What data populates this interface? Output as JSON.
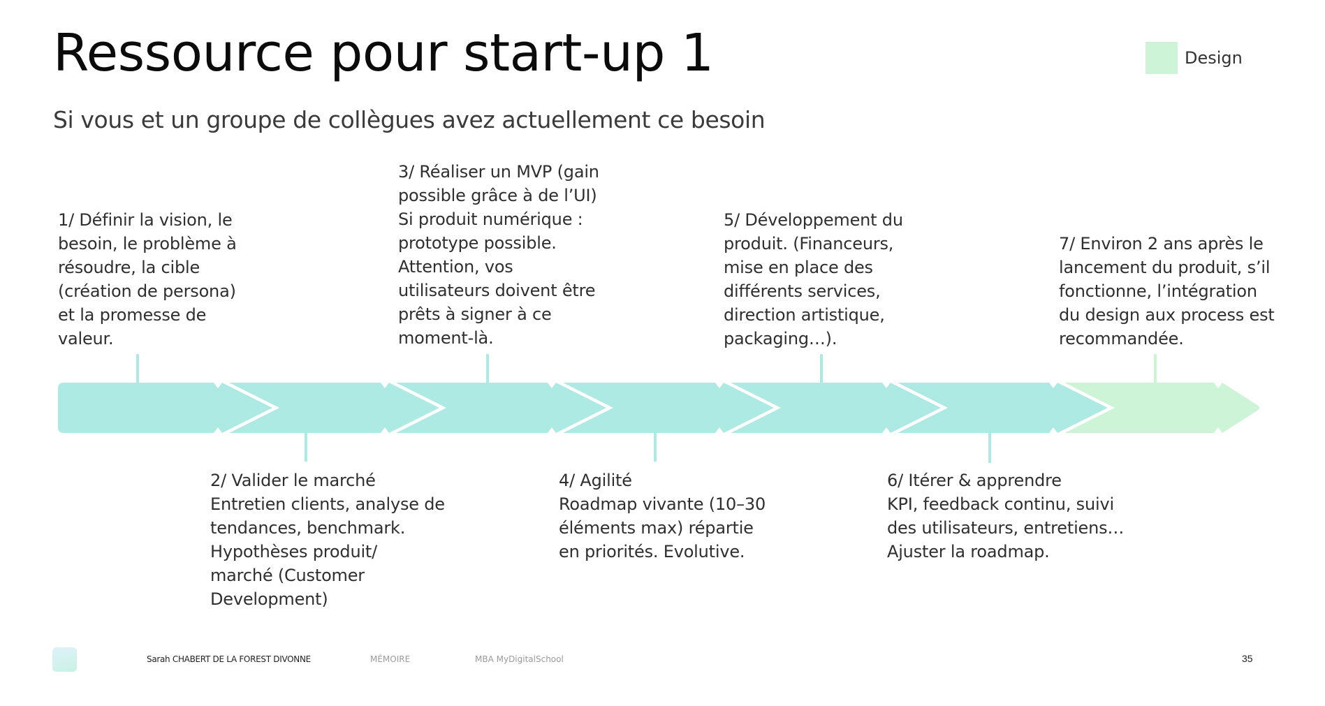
{
  "header": {
    "title": "Ressource pour start-up 1",
    "subtitle": "Si vous et un groupe de collègues avez actuellement ce besoin"
  },
  "legend": {
    "label": "Design",
    "swatch_color": "#cdf4d6"
  },
  "colors": {
    "timeline_primary": "#aeeae4",
    "timeline_design": "#cdf4d6",
    "text": "#2f2f2f"
  },
  "steps": [
    {
      "number": 1,
      "position": "above",
      "text": "1/ Définir la vision, le\nbesoin, le problème à\nrésoudre, la cible\n(création de persona)\net la promesse de\nvaleur."
    },
    {
      "number": 2,
      "position": "below",
      "text": "2/ Valider le marché\nEntretien clients, analyse de\ntendances, benchmark.\nHypothèses produit/\nmarché (Customer\nDevelopment)"
    },
    {
      "number": 3,
      "position": "above",
      "text": "3/ Réaliser un MVP (gain\npossible grâce à de l’UI)\nSi produit numérique :\nprototype possible.\nAttention, vos\nutilisateurs doivent être\nprêts à signer à ce\nmoment-là."
    },
    {
      "number": 4,
      "position": "below",
      "text": "4/ Agilité\nRoadmap vivante (10–30\néléments max) répartie\nen priorités. Evolutive."
    },
    {
      "number": 5,
      "position": "above",
      "text": "5/ Développement du\nproduit. (Financeurs,\nmise en place des\ndifférents services,\ndirection artistique,\npackaging…)."
    },
    {
      "number": 6,
      "position": "below",
      "text": "6/ Itérer & apprendre\nKPI, feedback continu, suivi\ndes utilisateurs, entretiens…\nAjuster la roadmap."
    },
    {
      "number": 7,
      "position": "above",
      "text": "7/ Environ 2 ans après le\nlancement du produit, s’il\nfonctionne, l’intégration\ndu design aux process est\nrecommandée."
    }
  ],
  "footer": {
    "logo_icon": "gradient-square-logo",
    "author": "Sarah CHABERT DE LA FOREST DIVONNE",
    "document": "MÉMOIRE",
    "school": "MBA MyDigitalSchool",
    "page_number": "35"
  }
}
